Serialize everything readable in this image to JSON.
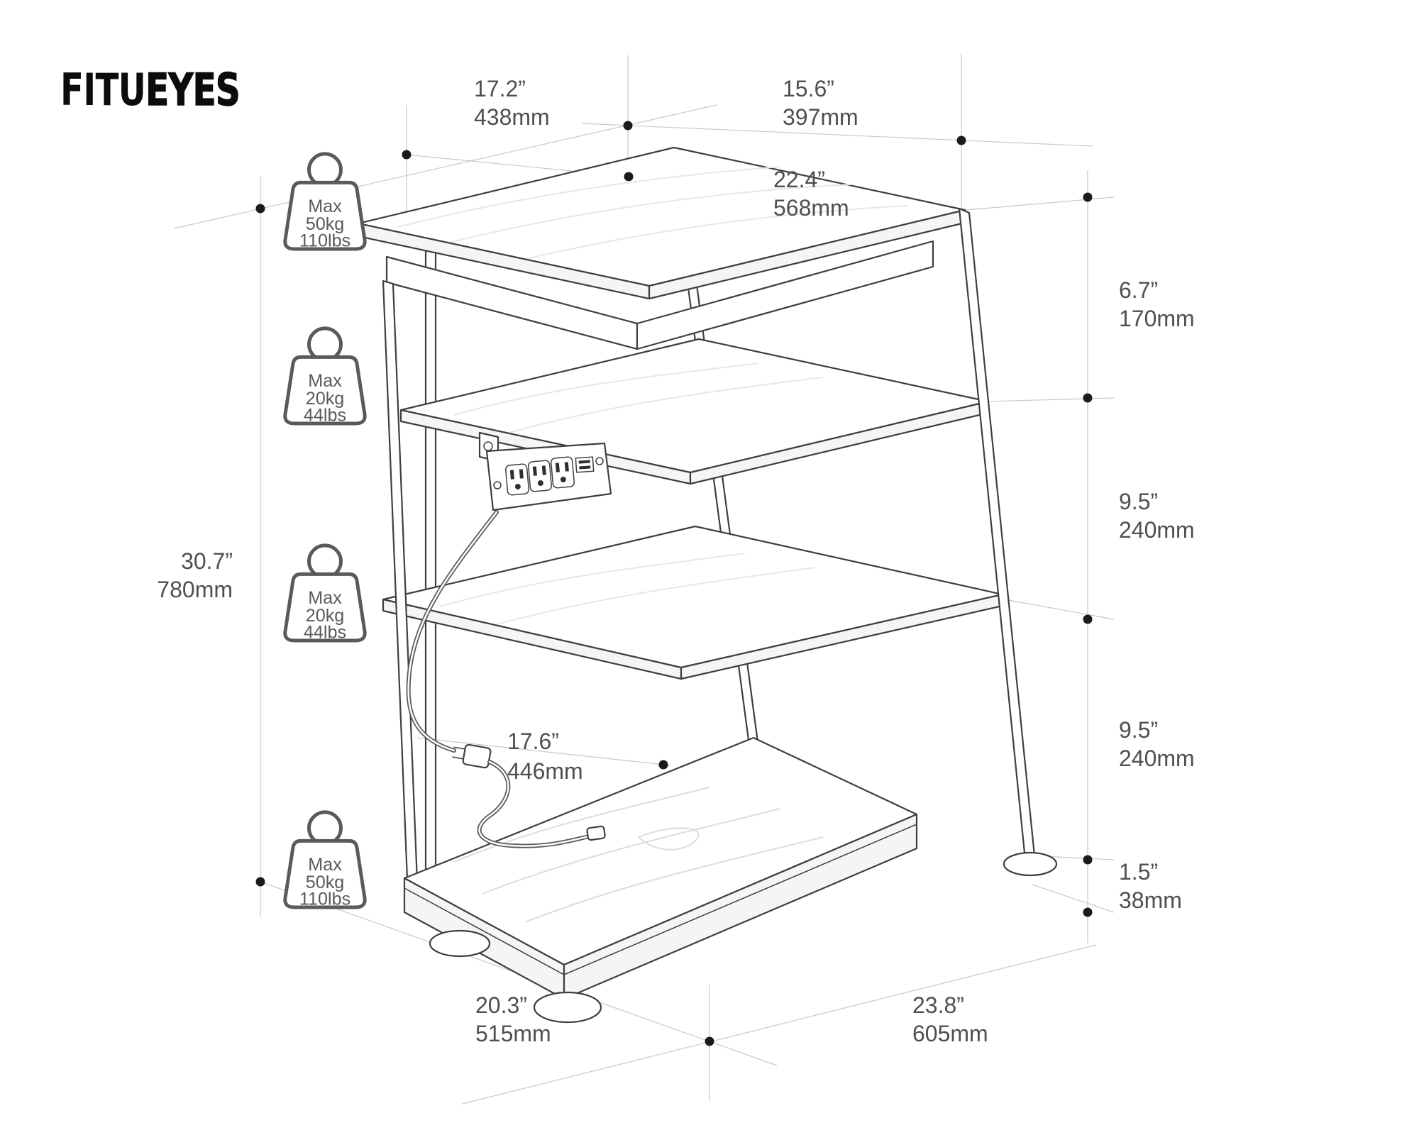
{
  "brand": {
    "part1": "FITU",
    "part2": "EYES"
  },
  "dims": {
    "top_depth": {
      "in": "17.2”",
      "mm": "438mm"
    },
    "top_width": {
      "in": "15.6”",
      "mm": "397mm"
    },
    "top_surface": {
      "in": "22.4”",
      "mm": "568mm"
    },
    "gap_top": {
      "in": "6.7”",
      "mm": "170mm"
    },
    "gap_mid": {
      "in": "9.5”",
      "mm": "240mm"
    },
    "gap_low": {
      "in": "9.5”",
      "mm": "240mm"
    },
    "foot_height": {
      "in": "1.5”",
      "mm": "38mm"
    },
    "total_height": {
      "in": "30.7”",
      "mm": "780mm"
    },
    "inner_width": {
      "in": "17.6”",
      "mm": "446mm"
    },
    "bottom_depth": {
      "in": "20.3”",
      "mm": "515mm"
    },
    "bottom_width": {
      "in": "23.8”",
      "mm": "605mm"
    }
  },
  "badges": [
    {
      "lines": [
        "Max",
        "50kg",
        "110lbs"
      ]
    },
    {
      "lines": [
        "Max",
        "20kg",
        "44lbs"
      ]
    },
    {
      "lines": [
        "Max",
        "20kg",
        "44lbs"
      ]
    },
    {
      "lines": [
        "Max",
        "50kg",
        "110lbs"
      ]
    }
  ],
  "colors": {
    "line_art": "#3f3f3f",
    "guide": "#c9c9c9",
    "dim_text": "#4f4f4f",
    "badge": "#5a5a5a",
    "dot": "#1b1b1b",
    "logo": "#0c0c0c"
  }
}
